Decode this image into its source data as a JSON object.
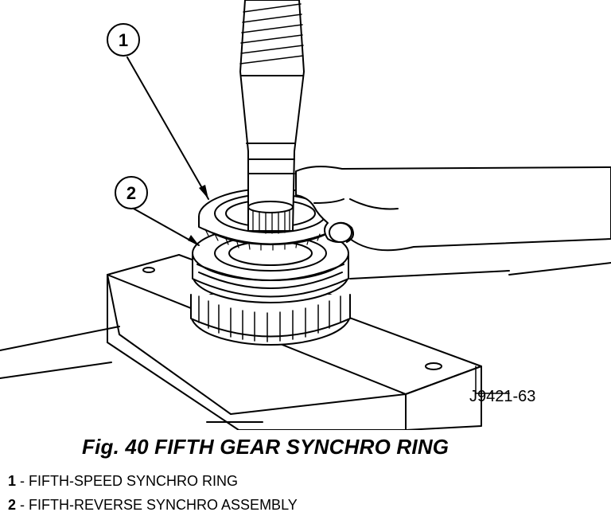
{
  "figure_id": "J9421-63",
  "callouts": [
    {
      "number": "1"
    },
    {
      "number": "2"
    }
  ],
  "caption": "Fig. 40 FIFTH GEAR SYNCHRO RING",
  "legend": [
    {
      "number": "1",
      "separator": " - ",
      "text": "FIFTH-SPEED SYNCHRO RING"
    },
    {
      "number": "2",
      "separator": " - ",
      "text": "FIFTH-REVERSE SYNCHRO ASSEMBLY"
    }
  ],
  "colors": {
    "ink": "#000000",
    "paper": "#ffffff"
  }
}
